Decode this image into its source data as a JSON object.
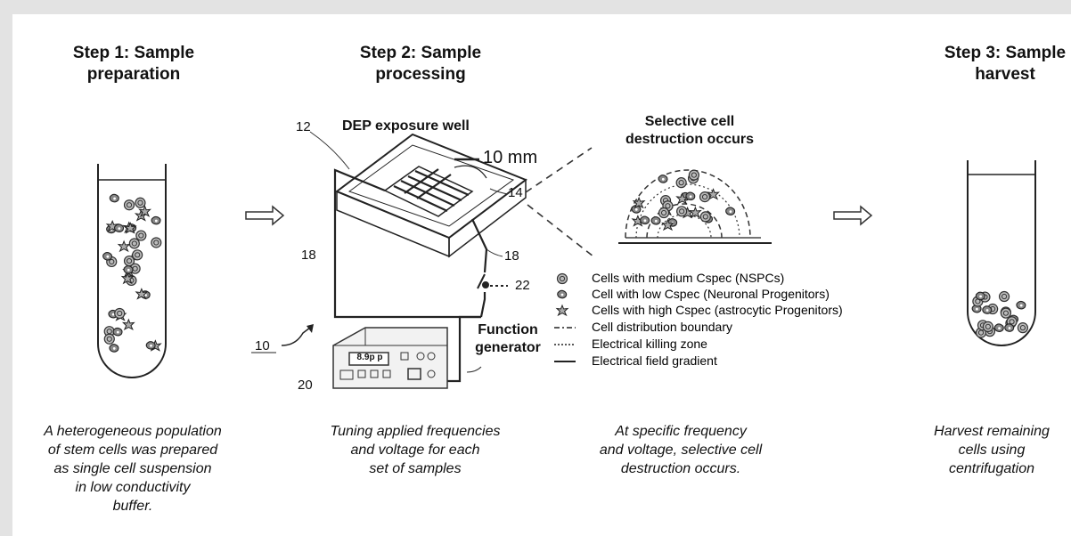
{
  "steps": [
    {
      "title_line1": "Step 1: Sample",
      "title_line2": "preparation",
      "caption": [
        "A heterogeneous population",
        "of stem cells was prepared",
        "as single cell suspension",
        "in low conductivity",
        "buffer."
      ]
    },
    {
      "title_line1": "Step 2: Sample",
      "title_line2": "processing",
      "caption": [
        "Tuning applied frequencies",
        "and voltage for each",
        "set of samples"
      ]
    },
    {
      "title_line1": "Step 3: Sample",
      "title_line2": "harvest",
      "caption": [
        "Harvest remaining",
        "cells using",
        "centrifugation"
      ]
    }
  ],
  "middle_caption": [
    "At specific frequency",
    "and voltage, selective cell",
    "destruction occurs."
  ],
  "device": {
    "well_label": "DEP exposure well",
    "scale_label": "10 mm",
    "generator_label_line1": "Function",
    "generator_label_line2": "generator",
    "generator_display": "8.9p p",
    "ref_numbers": {
      "r12": "12",
      "r14": "14",
      "r18a": "18",
      "r18b": "18",
      "r22": "22",
      "r10": "10",
      "r20": "20"
    }
  },
  "destruction": {
    "title_line1": "Selective cell",
    "title_line2": "destruction occurs"
  },
  "legend": [
    {
      "symbol": "medium-cell",
      "label": "Cells with medium Cspec (NSPCs)"
    },
    {
      "symbol": "low-cell",
      "label": "Cell with low Cspec (Neuronal Progenitors)"
    },
    {
      "symbol": "high-cell",
      "label": "Cells with high Cspec (astrocytic Progenitors)"
    },
    {
      "symbol": "dash-dot-line",
      "label": "Cell distribution boundary"
    },
    {
      "symbol": "dotted-line",
      "label": "Electrical killing zone"
    },
    {
      "symbol": "solid-line",
      "label": "Electrical field gradient"
    }
  ]
}
